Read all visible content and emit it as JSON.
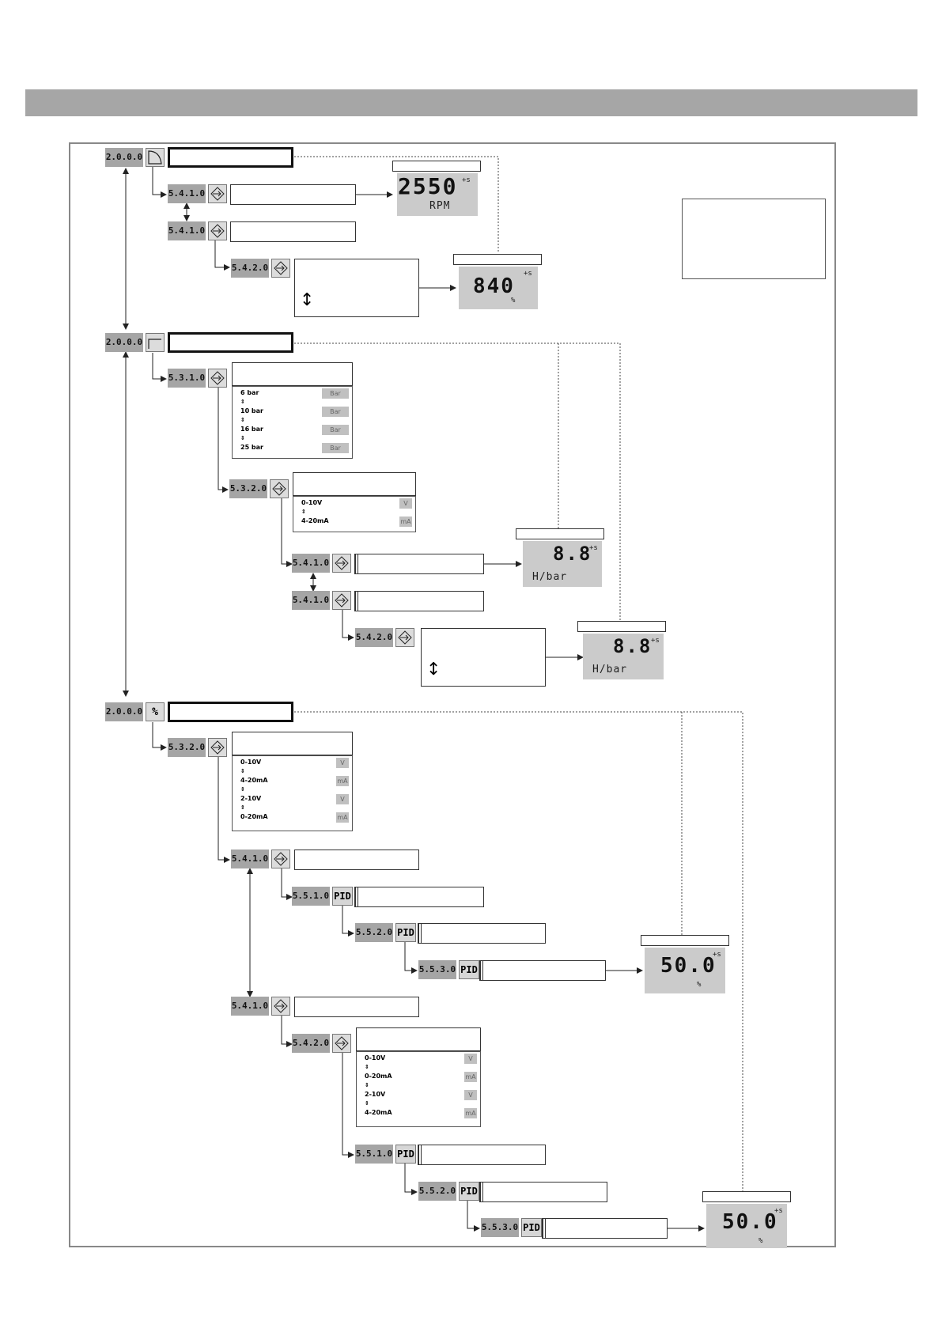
{
  "codes": {
    "main": "2.0.0.0",
    "c5410": "5.4.1.0",
    "c5420": "5.4.2.0",
    "c5310": "5.3.1.0",
    "c5320": "5.3.2.0",
    "c5510": "5.5.1.0",
    "c5520": "5.5.2.0",
    "c5530": "5.5.3.0"
  },
  "icon_labels": {
    "percent": "%",
    "pid": "PID"
  },
  "pressure_options": [
    "6 bar",
    "10 bar",
    "16 bar",
    "25 bar"
  ],
  "pressure_unit": "Bar",
  "signal_options_a": [
    "0-10V",
    "4-20mA"
  ],
  "signal_units_a": [
    "V",
    "mA"
  ],
  "signal_options_b": [
    "0-10V",
    "4-20mA",
    "2-10V",
    "0-20mA"
  ],
  "signal_units_b": [
    "V",
    "mA",
    "V",
    "mA"
  ],
  "signal_options_c": [
    "0-10V",
    "0-20mA",
    "2-10V",
    "4-20mA"
  ],
  "signal_units_c": [
    "V",
    "mA",
    "V",
    "mA"
  ],
  "option_separator": "⇕",
  "displays": {
    "d1": {
      "value": "2550",
      "unit": "RPM"
    },
    "d2": {
      "value": "840",
      "unit": "%"
    },
    "d3": {
      "value": "8.8",
      "unit": "H/bar"
    },
    "d4": {
      "value": "8.8",
      "unit": "H/bar"
    },
    "d5": {
      "value": "50.0",
      "unit": "%"
    },
    "d6": {
      "value": "50.0",
      "unit": "%"
    }
  },
  "display_superscript": "+s",
  "updown_glyph": "↕",
  "colors": {
    "code_bg": "#a5a5a5",
    "lcd_bg": "#cbcbcb",
    "band": "#a6a6a6"
  }
}
